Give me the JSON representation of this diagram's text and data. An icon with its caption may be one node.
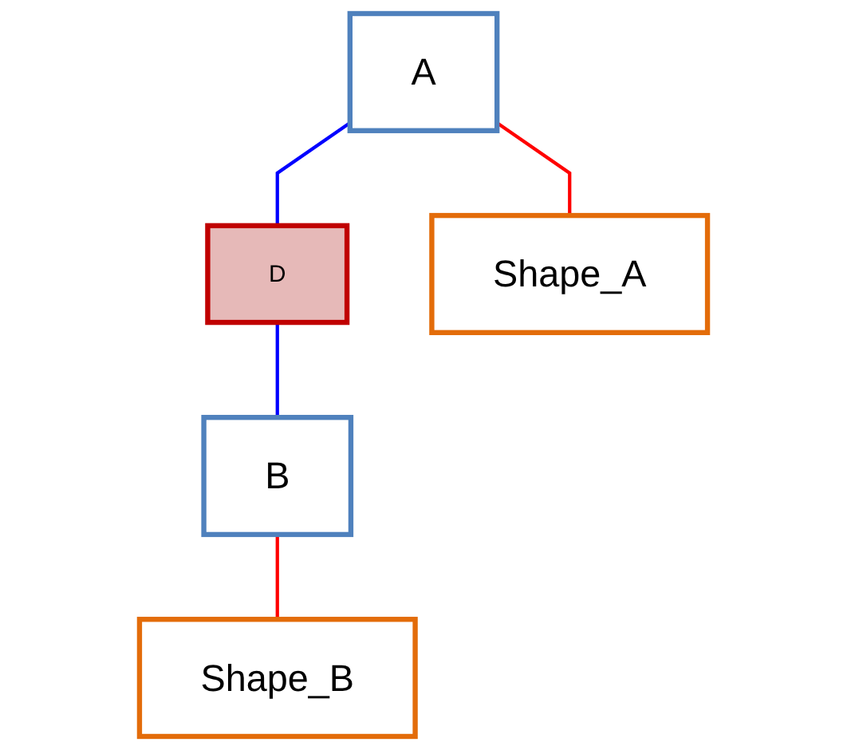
{
  "diagram": {
    "nodes": [
      {
        "text": [
          "A"
        ]
      },
      {
        "text": [
          "D"
        ]
      },
      {
        "text": [
          "Shape_A"
        ]
      },
      {
        "text": [
          "B"
        ]
      },
      {
        "text": [
          "Shape_B"
        ]
      }
    ],
    "edges": [
      {
        "from": 0,
        "to": 2,
        "arrow": "none",
        "color": "#ff0000"
      },
      {
        "from": 0,
        "to": 1,
        "arrow": "none",
        "color": "#0000ff"
      },
      {
        "from": 1,
        "to": 3,
        "arrow": "none",
        "color": "#0000ff"
      },
      {
        "from": 3,
        "to": 4,
        "arrow": "none",
        "color": "#ff0000"
      }
    ]
  }
}
